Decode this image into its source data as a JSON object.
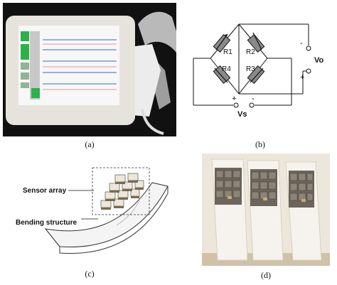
{
  "panels": {
    "a": {
      "label": "(a)"
    },
    "b": {
      "label": "(b)",
      "resistors": [
        "R1",
        "R2",
        "R4",
        "R3"
      ],
      "output_label": "Vo",
      "supply_label": "Vs",
      "plus": "+",
      "minus": "-"
    },
    "c": {
      "label": "(c)",
      "sensor_array_label": "Sensor array",
      "bending_structure_label": "Bending structure"
    },
    "d": {
      "label": "(d)"
    }
  }
}
